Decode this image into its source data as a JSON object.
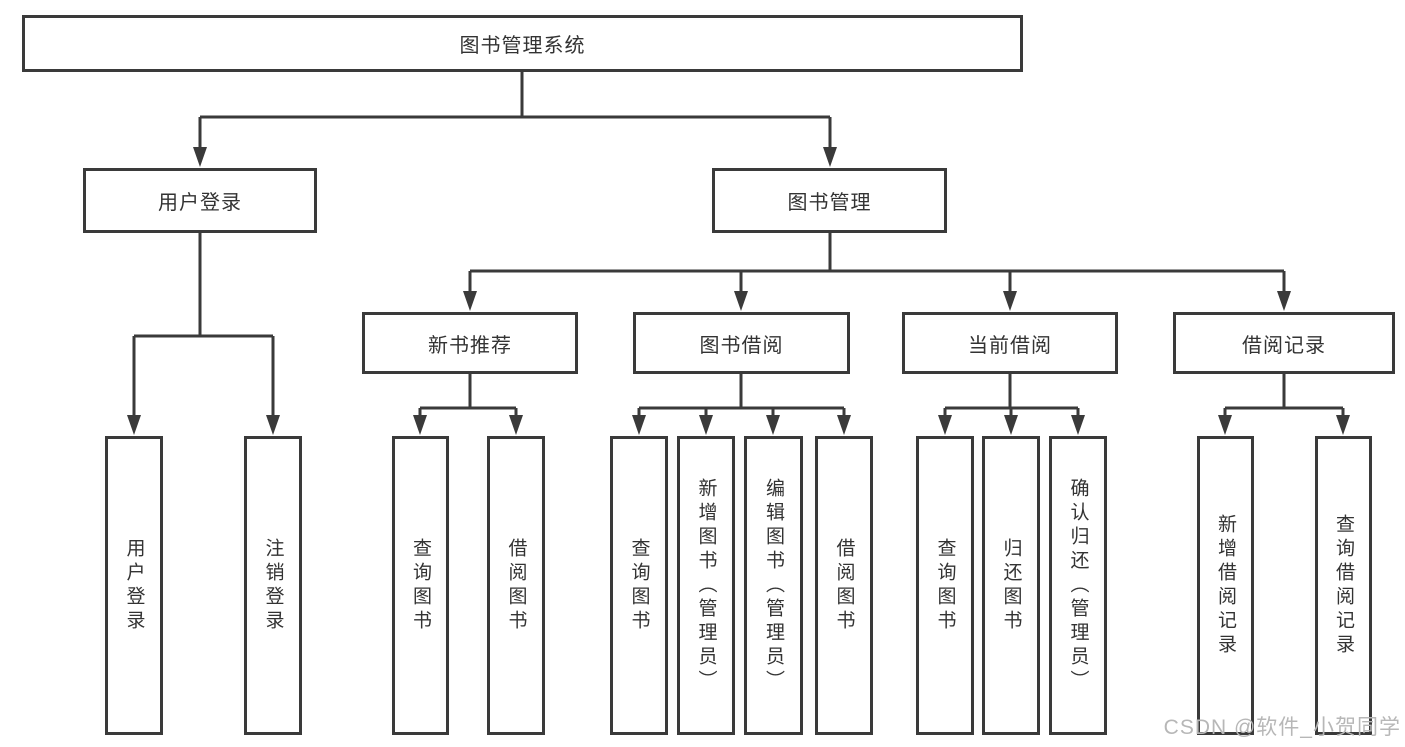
{
  "tree": {
    "root": "图书管理系统",
    "branches": [
      {
        "label": "用户登录",
        "children": [
          "用户登录",
          "注销登录"
        ]
      },
      {
        "label": "图书管理",
        "groups": [
          {
            "label": "新书推荐",
            "children": [
              "查询图书",
              "借阅图书"
            ]
          },
          {
            "label": "图书借阅",
            "children": [
              "查询图书",
              "新增图书（管理员）",
              "编辑图书（管理员）",
              "借阅图书"
            ]
          },
          {
            "label": "当前借阅",
            "children": [
              "查询图书",
              "归还图书",
              "确认归还（管理员）"
            ]
          },
          {
            "label": "借阅记录",
            "children": [
              "新增借阅记录",
              "查询借阅记录"
            ]
          }
        ]
      }
    ]
  },
  "watermark": "CSDN @软件_小贺同学",
  "colors": {
    "line": "#3a3a3a",
    "text": "#333333",
    "watermark": "#b7b7b7",
    "background": "#ffffff"
  }
}
